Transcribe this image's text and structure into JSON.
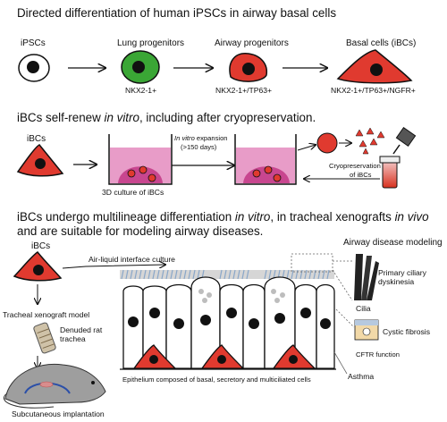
{
  "section1": {
    "title": "Directed differentiation of human iPSCs in airway basal cells",
    "stages": [
      {
        "label": "iPSCs",
        "marker": ""
      },
      {
        "label": "Lung progenitors",
        "marker": "NKX2-1+"
      },
      {
        "label": "Airway progenitors",
        "marker": "NKX2-1+/TP63+"
      },
      {
        "label": "Basal cells (iBCs)",
        "marker": "NKX2-1+/TP63+/NGFR+"
      }
    ]
  },
  "section2": {
    "title_a": "iBCs self-renew ",
    "title_em": "in vitro",
    "title_b": ", including after cryopreservation.",
    "cell_label": "iBCs",
    "culture_label": "3D culture of iBCs",
    "expansion_em": "In vitro",
    "expansion_a": " expansion",
    "expansion_b": "(>150 days)",
    "cryo_a": "Cryopreservation",
    "cryo_b": "of iBCs"
  },
  "section3": {
    "title_l1_a": "iBCs undergo multilineage differentiation ",
    "title_l1_em1": "in vitro",
    "title_l1_b": ", in tracheal xenografts ",
    "title_l1_em2": "in vivo",
    "title_l2": "and are suitable for modeling airway diseases.",
    "cell_label": "iBCs",
    "ali_label": "Air-liquid interface culture",
    "xenograft_label": "Tracheal xenograft model",
    "trachea_a": "Denuded rat",
    "trachea_b": "trachea",
    "implant_label": "Subcutaneous implantation",
    "epithelium_label": "Epithelium composed of basal, secretory and multiciliated cells",
    "disease_title": "Airway disease modeling",
    "diseases": {
      "pcd_a": "Primary ciliary",
      "pcd_b": "dyskinesia",
      "cilia": "Cilia",
      "cf": "Cystic fibrosis",
      "cftr": "CFTR function",
      "asthma": "Asthma"
    }
  },
  "colors": {
    "ipsc": "#ffffff",
    "lung_progenitor": "#3aa635",
    "airway_cell": "#e03a2f",
    "culture_pink": "#e89cc8",
    "dome_magenta": "#c8468f",
    "cilia_blue": "#8aa7c8",
    "ali_channel": "#d1d1d1"
  }
}
